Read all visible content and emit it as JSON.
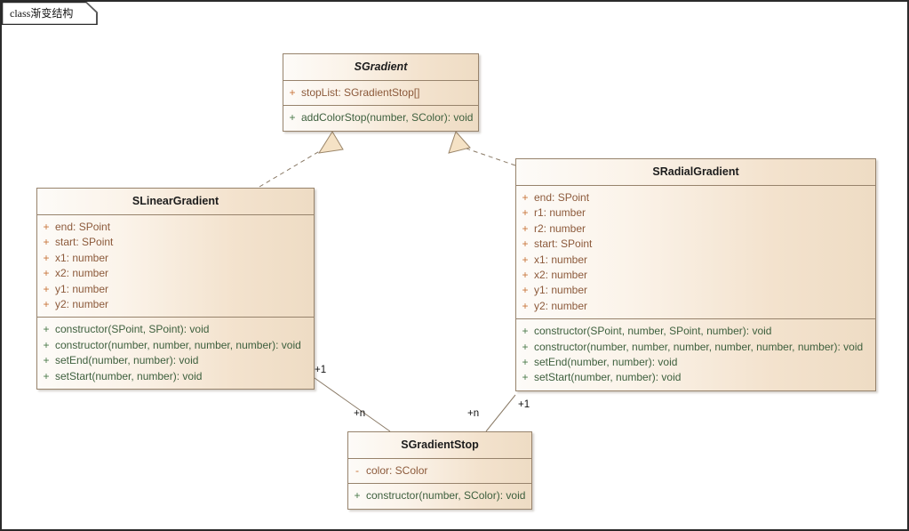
{
  "diagram": {
    "tab_keyword": "class",
    "tab_title": "渐变结构",
    "background_color": "#ffffff",
    "border_color": "#2a2a2a"
  },
  "theme": {
    "box_border": "#97836c",
    "box_fill_left": "#fdfbf8",
    "box_fill_right": "#eedcc4",
    "attribute_text": "#8c5a3b",
    "attribute_visibility": "#c8743a",
    "operation_text": "#3d5f3d",
    "operation_visibility": "#4a7a4a",
    "name_text": "#1c1c1c",
    "connector_color": "#8a7a66",
    "arrowhead_fill": "#f5e0c2"
  },
  "classes": [
    {
      "id": "sgradient",
      "name": "SGradient",
      "abstract": true,
      "attributes": [
        {
          "visibility": "+",
          "text": "stopList: SGradientStop[]"
        }
      ],
      "operations": [
        {
          "visibility": "+",
          "text": "addColorStop(number, SColor): void"
        }
      ]
    },
    {
      "id": "slineargradient",
      "name": "SLinearGradient",
      "abstract": false,
      "attributes": [
        {
          "visibility": "+",
          "text": "end: SPoint"
        },
        {
          "visibility": "+",
          "text": "start: SPoint"
        },
        {
          "visibility": "+",
          "text": "x1: number"
        },
        {
          "visibility": "+",
          "text": "x2: number"
        },
        {
          "visibility": "+",
          "text": "y1: number"
        },
        {
          "visibility": "+",
          "text": "y2: number"
        }
      ],
      "operations": [
        {
          "visibility": "+",
          "text": "constructor(SPoint, SPoint): void"
        },
        {
          "visibility": "+",
          "text": "constructor(number, number, number, number): void"
        },
        {
          "visibility": "+",
          "text": "setEnd(number, number): void"
        },
        {
          "visibility": "+",
          "text": "setStart(number, number): void"
        }
      ]
    },
    {
      "id": "sradialgradient",
      "name": "SRadialGradient",
      "abstract": false,
      "attributes": [
        {
          "visibility": "+",
          "text": "end: SPoint"
        },
        {
          "visibility": "+",
          "text": "r1: number"
        },
        {
          "visibility": "+",
          "text": "r2: number"
        },
        {
          "visibility": "+",
          "text": "start: SPoint"
        },
        {
          "visibility": "+",
          "text": "x1: number"
        },
        {
          "visibility": "+",
          "text": "x2: number"
        },
        {
          "visibility": "+",
          "text": "y1: number"
        },
        {
          "visibility": "+",
          "text": "y2: number"
        }
      ],
      "operations": [
        {
          "visibility": "+",
          "text": "constructor(SPoint, number, SPoint, number): void"
        },
        {
          "visibility": "+",
          "text": "constructor(number, number, number, number, number, number): void"
        },
        {
          "visibility": "+",
          "text": "setEnd(number, number): void"
        },
        {
          "visibility": "+",
          "text": "setStart(number, number): void"
        }
      ]
    },
    {
      "id": "sgradientstop",
      "name": "SGradientStop",
      "abstract": false,
      "attributes": [
        {
          "visibility": "-",
          "text": "color: SColor"
        }
      ],
      "operations": [
        {
          "visibility": "+",
          "text": "constructor(number, SColor): void"
        }
      ]
    }
  ],
  "connectors": [
    {
      "id": "lin-to-grad",
      "type": "realization",
      "from": "SLinearGradient",
      "to": "SGradient",
      "style": "dashed",
      "arrowhead": "hollow-triangle"
    },
    {
      "id": "rad-to-grad",
      "type": "realization",
      "from": "SRadialGradient",
      "to": "SGradient",
      "style": "dashed",
      "arrowhead": "hollow-triangle"
    },
    {
      "id": "lin-to-stop",
      "type": "association",
      "from": "SLinearGradient",
      "to": "SGradientStop",
      "style": "solid",
      "source_multiplicity": "+1",
      "target_multiplicity": "+n"
    },
    {
      "id": "rad-to-stop",
      "type": "association",
      "from": "SRadialGradient",
      "to": "SGradientStop",
      "style": "solid",
      "source_multiplicity": "+1",
      "target_multiplicity": "+n"
    }
  ],
  "edge_labels": {
    "linear_one": "+1",
    "linear_many": "+n",
    "radial_many": "+n",
    "radial_one": "+1"
  }
}
